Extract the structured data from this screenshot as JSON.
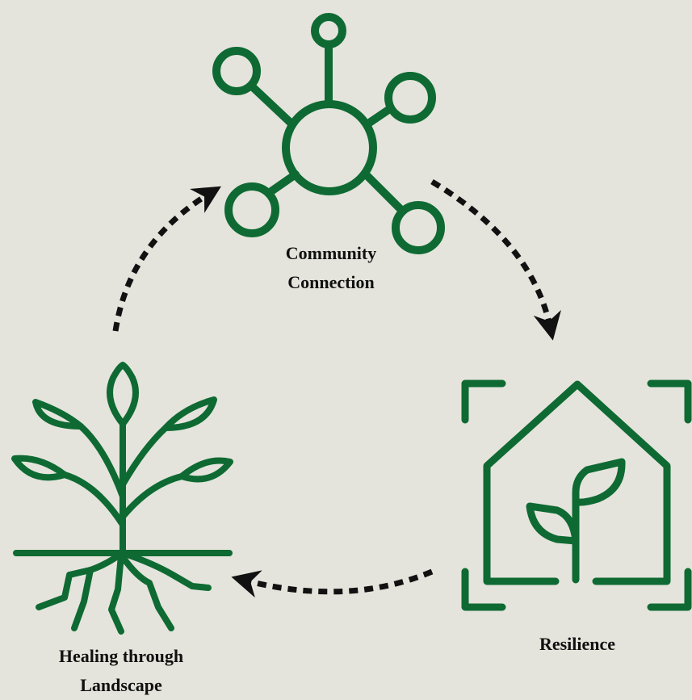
{
  "colors": {
    "background": "#e4e4dc",
    "icon_green": "#0e6a32",
    "arrow_black": "#111111",
    "label_text": "#111111"
  },
  "nodes": {
    "community": {
      "icon": "network-hub-icon",
      "line1": "Community",
      "line2": "Connection"
    },
    "resilience": {
      "icon": "house-with-sprout-icon",
      "line1": "Resilience"
    },
    "healing": {
      "icon": "tree-with-roots-icon",
      "line1": "Healing through",
      "line2": "Landscape"
    }
  },
  "cycle_order": [
    "Healing through Landscape",
    "Community Connection",
    "Resilience"
  ]
}
